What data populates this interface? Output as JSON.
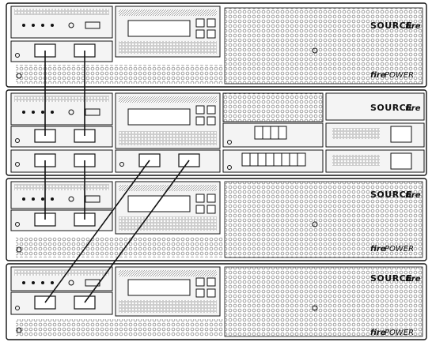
{
  "brand": {
    "source_word": "SOURCE",
    "fire_word": "fire",
    "power_word": "POWER",
    "tm": "™"
  },
  "chassis": [
    {
      "id": "chassis-1",
      "type": "appliance",
      "modules": 1,
      "has_power_logo": true
    },
    {
      "id": "chassis-2",
      "type": "stack-extension",
      "modules": 2,
      "has_power_logo": false
    },
    {
      "id": "chassis-3",
      "type": "appliance",
      "modules": 1,
      "has_power_logo": true
    },
    {
      "id": "chassis-4",
      "type": "appliance",
      "modules": 1,
      "has_power_logo": true
    }
  ],
  "connections": [
    {
      "from": "chassis-1-port-a",
      "to": "chassis-2-port-a"
    },
    {
      "from": "chassis-1-port-b",
      "to": "chassis-2-port-b"
    },
    {
      "from": "chassis-2-lower-port-a",
      "to": "chassis-3-port-a"
    },
    {
      "from": "chassis-2-lower-port-b",
      "to": "chassis-3-port-b"
    },
    {
      "from": "chassis-2-mid-port-a",
      "to": "chassis-4-port-a"
    },
    {
      "from": "chassis-2-mid-port-b",
      "to": "chassis-4-port-b"
    }
  ],
  "colors": {
    "line": "#111111",
    "panel": "#f4f4f4",
    "vent": "#bdbdbd",
    "background": "#ffffff"
  }
}
